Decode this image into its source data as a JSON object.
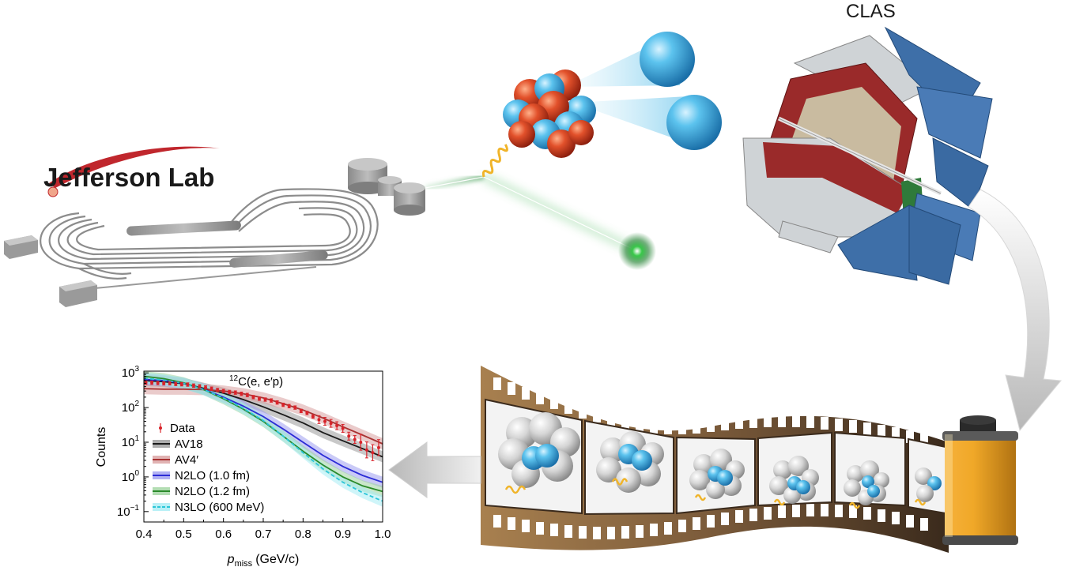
{
  "labels": {
    "jlab": "Jefferson Lab",
    "clas": "CLAS"
  },
  "chart_data": {
    "type": "line",
    "title": "12C(e, e′p)",
    "title_sup": "12",
    "title_main": "C(e, e′p)",
    "xlabel": "p",
    "xlabel_sub": "miss",
    "xlabel_unit": "(GeV/c)",
    "ylabel": "Counts",
    "xlim": [
      0.4,
      1.0
    ],
    "ylim_log10": [
      -1.3,
      3.05
    ],
    "yscale": "log",
    "xticks": [
      "0.4",
      "0.5",
      "0.6",
      "0.7",
      "0.8",
      "0.9",
      "1.0"
    ],
    "xtick_values": [
      0.4,
      0.5,
      0.6,
      0.7,
      0.8,
      0.9,
      1.0
    ],
    "yticks": [
      {
        "base": "10",
        "exp": "3",
        "log": 3
      },
      {
        "base": "10",
        "exp": "2",
        "log": 2
      },
      {
        "base": "10",
        "exp": "1",
        "log": 1
      },
      {
        "base": "10",
        "exp": "0",
        "log": 0
      },
      {
        "base": "10",
        "exp": "−1",
        "log": -1
      }
    ],
    "legend_position": "left",
    "data": {
      "name": "Data",
      "color": "#d8232a",
      "x": [
        0.405,
        0.42,
        0.435,
        0.45,
        0.465,
        0.48,
        0.495,
        0.51,
        0.525,
        0.54,
        0.555,
        0.57,
        0.585,
        0.6,
        0.615,
        0.63,
        0.645,
        0.66,
        0.675,
        0.69,
        0.705,
        0.72,
        0.735,
        0.75,
        0.765,
        0.78,
        0.795,
        0.81,
        0.825,
        0.84,
        0.855,
        0.87,
        0.885,
        0.9,
        0.915,
        0.93,
        0.945,
        0.96,
        0.975,
        0.99
      ],
      "y": [
        520,
        520,
        510,
        500,
        500,
        480,
        470,
        460,
        430,
        410,
        380,
        350,
        320,
        300,
        280,
        270,
        250,
        230,
        200,
        180,
        170,
        160,
        140,
        120,
        110,
        100,
        80,
        70,
        55,
        45,
        40,
        35,
        30,
        25,
        15,
        12,
        10,
        6,
        5,
        7
      ]
    },
    "series": [
      {
        "name": "AV18",
        "color": "#1a1a1a",
        "band": "#9a9a9a",
        "dashed": false,
        "x": [
          0.4,
          0.45,
          0.5,
          0.55,
          0.6,
          0.65,
          0.7,
          0.75,
          0.8,
          0.85,
          0.9,
          0.95,
          1.0
        ],
        "y": [
          600,
          560,
          490,
          360,
          260,
          170,
          105,
          62,
          36,
          19,
          11,
          6.5,
          3.8
        ]
      },
      {
        "name": "AV4′",
        "color": "#a83232",
        "band": "#d9a0a0",
        "dashed": false,
        "x": [
          0.4,
          0.45,
          0.5,
          0.55,
          0.6,
          0.65,
          0.7,
          0.75,
          0.8,
          0.85,
          0.9,
          0.95,
          1.0
        ],
        "y": [
          350,
          340,
          340,
          330,
          300,
          250,
          190,
          130,
          85,
          50,
          28,
          16,
          9
        ]
      },
      {
        "name": "N2LO (1.0 fm)",
        "color": "#2b2bd6",
        "band": "#9e9ef0",
        "dashed": false,
        "x": [
          0.4,
          0.45,
          0.5,
          0.55,
          0.6,
          0.65,
          0.7,
          0.75,
          0.8,
          0.85,
          0.9,
          0.95,
          1.0
        ],
        "y": [
          650,
          600,
          500,
          340,
          200,
          110,
          55,
          24,
          10,
          4.2,
          2,
          1.1,
          0.7
        ]
      },
      {
        "name": "N2LO (1.2 fm)",
        "color": "#2a8a2a",
        "band": "#9fd49f",
        "dashed": false,
        "x": [
          0.4,
          0.45,
          0.5,
          0.55,
          0.6,
          0.65,
          0.7,
          0.75,
          0.8,
          0.85,
          0.9,
          0.95,
          1.0
        ],
        "y": [
          800,
          680,
          520,
          330,
          180,
          90,
          40,
          15,
          5.5,
          2.2,
          1,
          0.55,
          0.38
        ]
      },
      {
        "name": "N3LO (600 MeV)",
        "color": "#2cc6d8",
        "band": "#a8ecf4",
        "dashed": true,
        "x": [
          0.4,
          0.45,
          0.5,
          0.55,
          0.6,
          0.65,
          0.7,
          0.75,
          0.8,
          0.85,
          0.9,
          0.95,
          1.0
        ],
        "y": [
          700,
          620,
          500,
          330,
          190,
          95,
          42,
          15,
          5,
          1.7,
          0.7,
          0.35,
          0.2
        ]
      }
    ]
  }
}
